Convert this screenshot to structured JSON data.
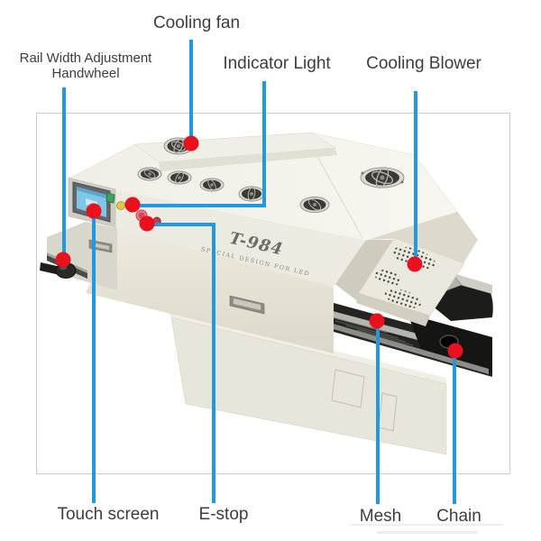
{
  "figure": {
    "machine": {
      "model_text": "T-984",
      "subtitle_text": "SPECIAL DESIGN FOR LED"
    },
    "style": {
      "line_color": "#2199dc",
      "dot_color": "#e8111d",
      "label_color": "#3d3d3d",
      "frame_color": "#cbcbcb",
      "body_color": "#f2f0e9",
      "screen_color": "#7fc6e6"
    },
    "callouts": [
      {
        "id": "cooling-fan",
        "label": "Cooling fan"
      },
      {
        "id": "rail-width-adjustment-handwheel",
        "lines": [
          "Rail Width Adjustment",
          "Handwheel"
        ]
      },
      {
        "id": "indicator-light",
        "label": "Indicator Light"
      },
      {
        "id": "cooling-blower",
        "label": "Cooling Blower"
      },
      {
        "id": "touch-screen",
        "label": "Touch screen"
      },
      {
        "id": "e-stop",
        "label": "E-stop"
      },
      {
        "id": "mesh",
        "label": "Mesh"
      },
      {
        "id": "chain",
        "label": "Chain"
      }
    ]
  }
}
